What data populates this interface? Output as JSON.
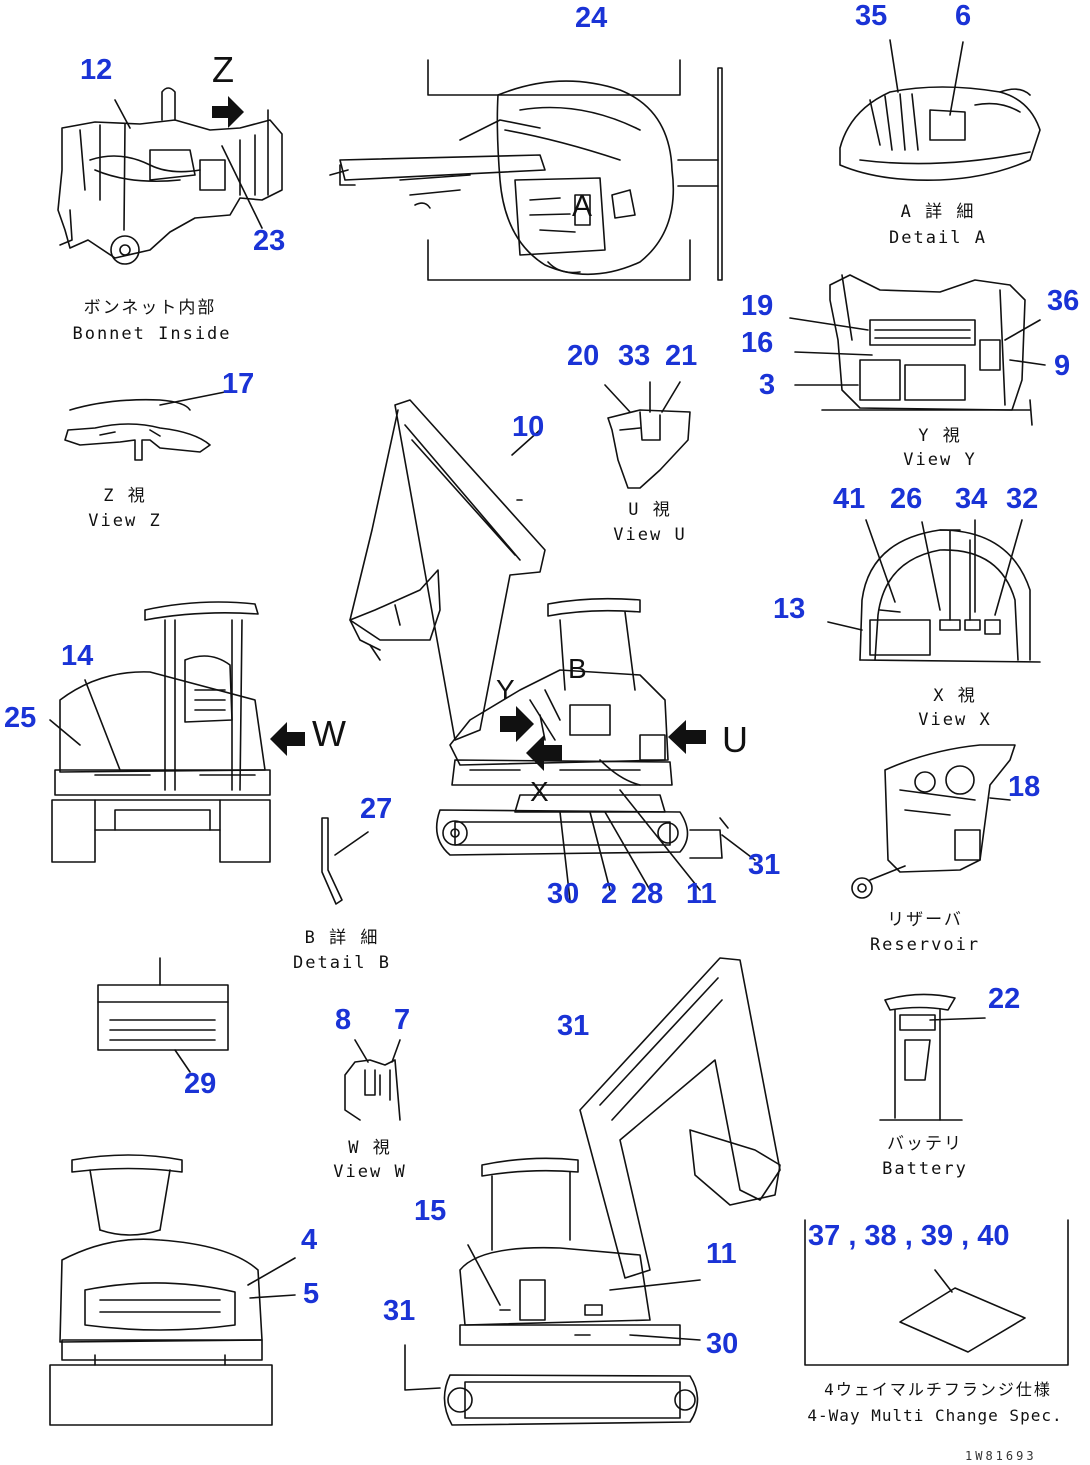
{
  "captions": {
    "bonnet_jp": "ボンネット内部",
    "bonnet_en": "Bonnet Inside",
    "detail_a_jp": "A 詳 細",
    "detail_a_en": "Detail A",
    "view_y_jp": "Y 視",
    "view_y_en": "View Y",
    "view_z_jp": "Z 視",
    "view_z_en": "View Z",
    "view_u_jp": "U 視",
    "view_u_en": "View U",
    "view_x_jp": "X 視",
    "view_x_en": "View X",
    "reservoir_jp": "リザーバ",
    "reservoir_en": "Reservoir",
    "detail_b_jp": "B 詳 細",
    "detail_b_en": "Detail B",
    "view_w_jp": "W 視",
    "view_w_en": "View W",
    "battery_jp": "バッテリ",
    "battery_en": "Battery",
    "spec_jp": "4ウェイマルチフランジ仕様",
    "spec_en": "4-Way Multi Change Spec.",
    "spec_numbers": "37 , 38 , 39 , 40"
  },
  "view_letters": {
    "z": "Z",
    "w": "W",
    "u": "U",
    "x": "X",
    "y": "Y",
    "a": "A",
    "b": "B"
  },
  "drawing_ref": "1W81693",
  "callouts": [
    "12",
    "23",
    "24",
    "35",
    "6",
    "19",
    "16",
    "3",
    "36",
    "9",
    "20",
    "33",
    "21",
    "17",
    "10",
    "41",
    "26",
    "34",
    "32",
    "13",
    "14",
    "25",
    "27",
    "30",
    "2",
    "28",
    "11",
    "31",
    "18",
    "29",
    "8",
    "7",
    "31",
    "22",
    "15",
    "11",
    "4",
    "5",
    "31",
    "30"
  ]
}
